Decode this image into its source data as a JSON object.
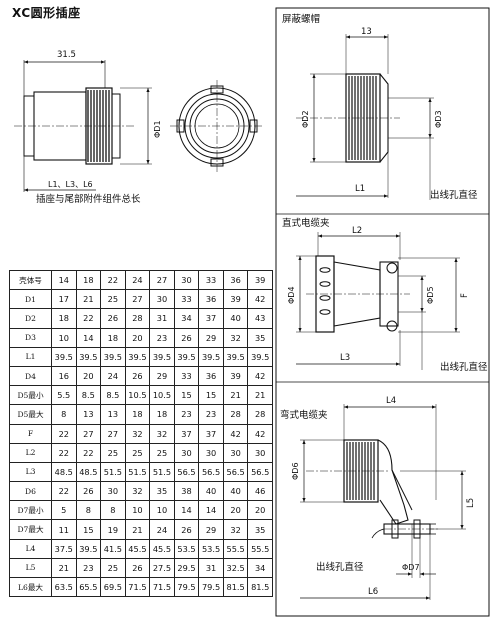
{
  "page": {
    "title": "XC圆形插座"
  },
  "front_view": {
    "dim_width": "31.5",
    "dim_diameter": "ΦD1",
    "length_label": "L1、L3、L6",
    "length_caption": "插座与尾部附件组件总长"
  },
  "shield_cap": {
    "title": "屏蔽螺帽",
    "dim_top": "13",
    "dim_d2": "ΦD2",
    "dim_d3": "ΦD3",
    "dim_length": "L1",
    "hole_label": "出线孔直径"
  },
  "straight_clamp": {
    "title": "直式电缆夹",
    "dim_top": "L2",
    "dim_d4": "ΦD4",
    "dim_d5": "ΦD5",
    "dim_f": "F",
    "dim_length": "L3",
    "hole_label": "出线孔直径"
  },
  "bent_clamp": {
    "title": "弯式电缆夹",
    "dim_top": "L4",
    "dim_d6": "ΦD6",
    "dim_l5": "L5",
    "dim_d7": "ΦD7",
    "dim_length": "L6",
    "hole_label": "出线孔直径"
  },
  "spec_table": {
    "rows": [
      {
        "label": "壳体号",
        "values": [
          "14",
          "18",
          "22",
          "24",
          "27",
          "30",
          "33",
          "36",
          "39"
        ]
      },
      {
        "label": "D1",
        "values": [
          "17",
          "21",
          "25",
          "27",
          "30",
          "33",
          "36",
          "39",
          "42"
        ]
      },
      {
        "label": "D2",
        "values": [
          "18",
          "22",
          "26",
          "28",
          "31",
          "34",
          "37",
          "40",
          "43"
        ]
      },
      {
        "label": "D3",
        "values": [
          "10",
          "14",
          "18",
          "20",
          "23",
          "26",
          "29",
          "32",
          "35"
        ]
      },
      {
        "label": "L1",
        "values": [
          "39.5",
          "39.5",
          "39.5",
          "39.5",
          "39.5",
          "39.5",
          "39.5",
          "39.5",
          "39.5"
        ]
      },
      {
        "label": "D4",
        "values": [
          "16",
          "20",
          "24",
          "26",
          "29",
          "33",
          "36",
          "39",
          "42"
        ]
      },
      {
        "label": "D5最小",
        "values": [
          "5.5",
          "8.5",
          "8.5",
          "10.5",
          "10.5",
          "15",
          "15",
          "21",
          "21"
        ]
      },
      {
        "label": "D5最大",
        "values": [
          "8",
          "13",
          "13",
          "18",
          "18",
          "23",
          "23",
          "28",
          "28"
        ]
      },
      {
        "label": "F",
        "values": [
          "22",
          "27",
          "27",
          "32",
          "32",
          "37",
          "37",
          "42",
          "42"
        ]
      },
      {
        "label": "L2",
        "values": [
          "22",
          "22",
          "25",
          "25",
          "25",
          "30",
          "30",
          "30",
          "30"
        ]
      },
      {
        "label": "L3",
        "values": [
          "48.5",
          "48.5",
          "51.5",
          "51.5",
          "51.5",
          "56.5",
          "56.5",
          "56.5",
          "56.5"
        ]
      },
      {
        "label": "D6",
        "values": [
          "22",
          "26",
          "30",
          "32",
          "35",
          "38",
          "40",
          "40",
          "46"
        ]
      },
      {
        "label": "D7最小",
        "values": [
          "5",
          "8",
          "8",
          "10",
          "10",
          "14",
          "14",
          "20",
          "20"
        ]
      },
      {
        "label": "D7最大",
        "values": [
          "11",
          "15",
          "19",
          "21",
          "24",
          "26",
          "29",
          "32",
          "35"
        ]
      },
      {
        "label": "L4",
        "values": [
          "37.5",
          "39.5",
          "41.5",
          "45.5",
          "45.5",
          "53.5",
          "53.5",
          "55.5",
          "55.5"
        ]
      },
      {
        "label": "L5",
        "values": [
          "21",
          "23",
          "25",
          "26",
          "27.5",
          "29.5",
          "31",
          "32.5",
          "34"
        ]
      },
      {
        "label": "L6最大",
        "values": [
          "63.5",
          "65.5",
          "69.5",
          "71.5",
          "71.5",
          "79.5",
          "79.5",
          "81.5",
          "81.5"
        ]
      }
    ]
  }
}
